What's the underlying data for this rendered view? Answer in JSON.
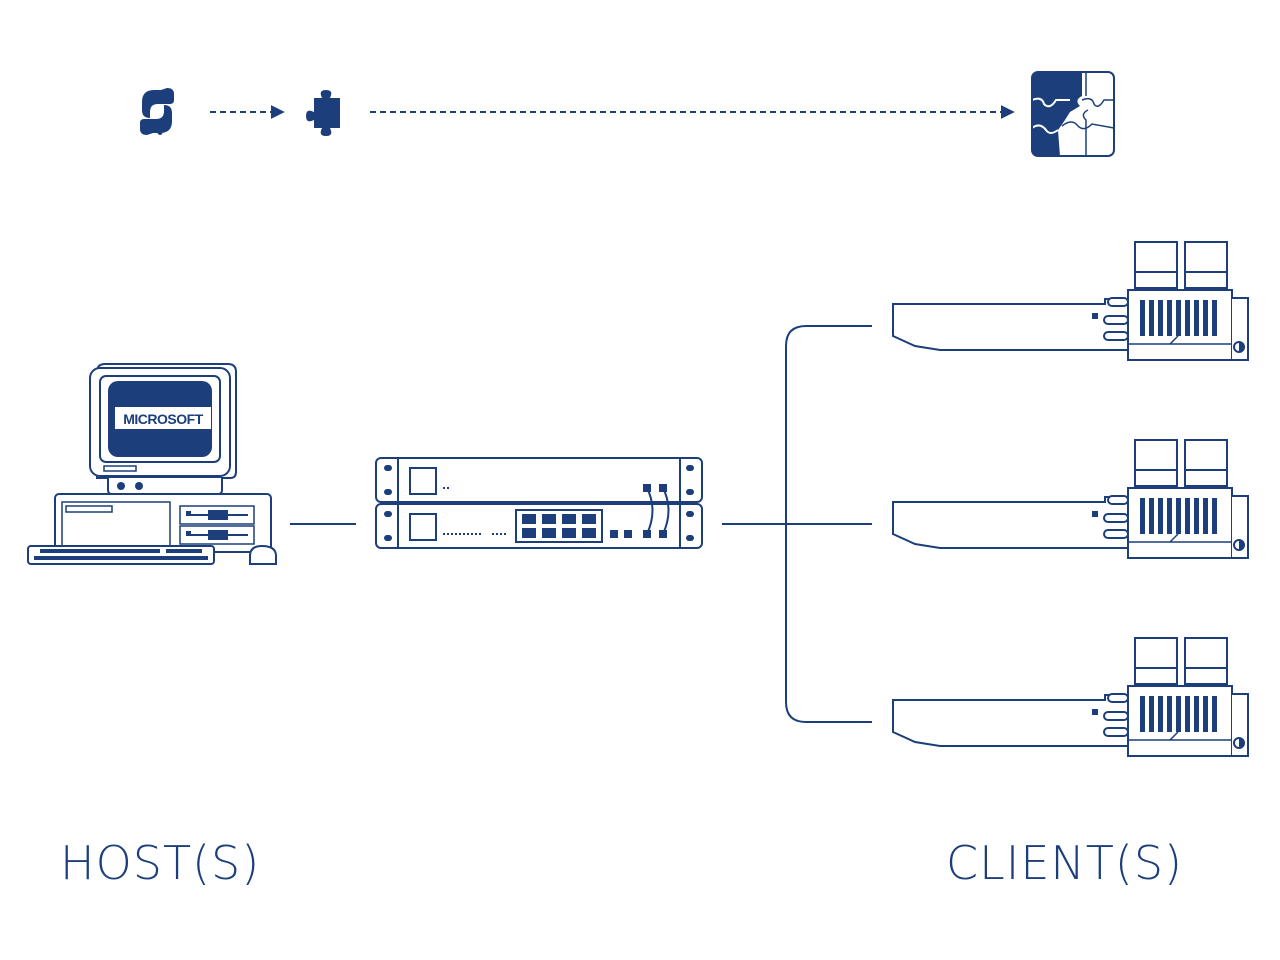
{
  "colors": {
    "ink": "#1c3f7c",
    "background": "#ffffff"
  },
  "icons": {
    "language": "python-logo-icon",
    "module": "puzzle-piece-icon",
    "assembled": "puzzle-grid-icon"
  },
  "host": {
    "monitor_text": "MICROSOFT",
    "label": "HOST(S)"
  },
  "clients": {
    "count": 3,
    "label": "CLIENT(S)"
  }
}
